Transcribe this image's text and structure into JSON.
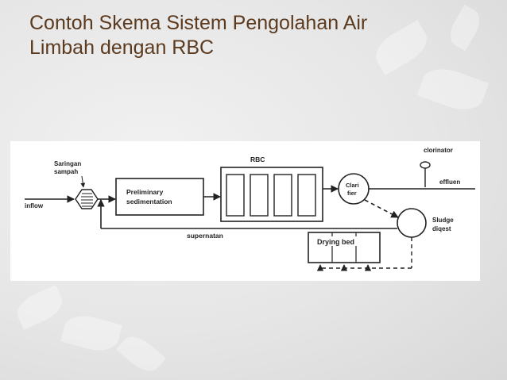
{
  "slide": {
    "title_line1": "Contoh Skema Sistem Pengolahan Air",
    "title_line2": "Limbah dengan RBC",
    "title_color": "#5b3a1f"
  },
  "diagram": {
    "saringan_line1": "Saringan",
    "saringan_line2": "sampah",
    "inflow": "inflow",
    "prelim_line1": "Preliminary",
    "prelim_line2": "sedimentation",
    "rbc": "RBC",
    "clarifier_line1": "Clari",
    "clarifier_line2": "fier",
    "clorinator": "clorinator",
    "effluen": "effluen",
    "sludge_line1": "Sludge",
    "sludge_line2": "diqest",
    "supernatan": "supernatan",
    "drying_bed": "Drying bed"
  }
}
